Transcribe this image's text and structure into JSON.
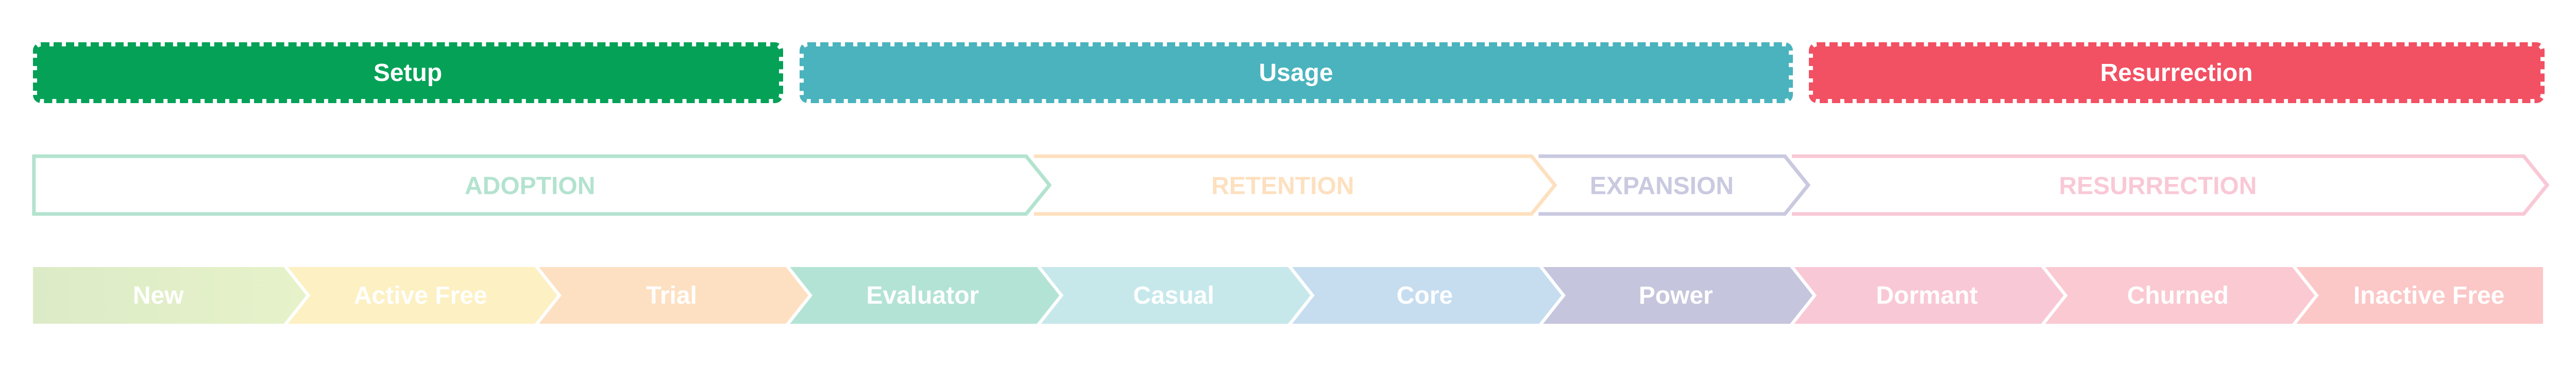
{
  "phases": [
    {
      "label": "Setup",
      "color": "#04a157"
    },
    {
      "label": "Usage",
      "color": "#4ab3bd"
    },
    {
      "label": "Resurrection",
      "color": "#f25063"
    }
  ],
  "stages": [
    {
      "label": "ADOPTION",
      "color": "#b3e3cf"
    },
    {
      "label": "RETENTION",
      "color": "#fde0bf"
    },
    {
      "label": "EXPANSION",
      "color": "#c9c9e0"
    },
    {
      "label": "RESURRECTION",
      "color": "#f9c8d6"
    }
  ],
  "segments": [
    {
      "label": "New",
      "color": "#e0edc8"
    },
    {
      "label": "Active Free",
      "color": "#fdf0c2"
    },
    {
      "label": "Trial",
      "color": "#fde0c2"
    },
    {
      "label": "Evaluator",
      "color": "#b3e3d4"
    },
    {
      "label": "Casual",
      "color": "#c6e8eb"
    },
    {
      "label": "Core",
      "color": "#c6ddf0"
    },
    {
      "label": "Power",
      "color": "#c5c5dd"
    },
    {
      "label": "Dormant",
      "color": "#f9c8d6"
    },
    {
      "label": "Churned",
      "color": "#fac9d1"
    },
    {
      "label": "Inactive Free",
      "color": "#fcc7c7"
    }
  ]
}
